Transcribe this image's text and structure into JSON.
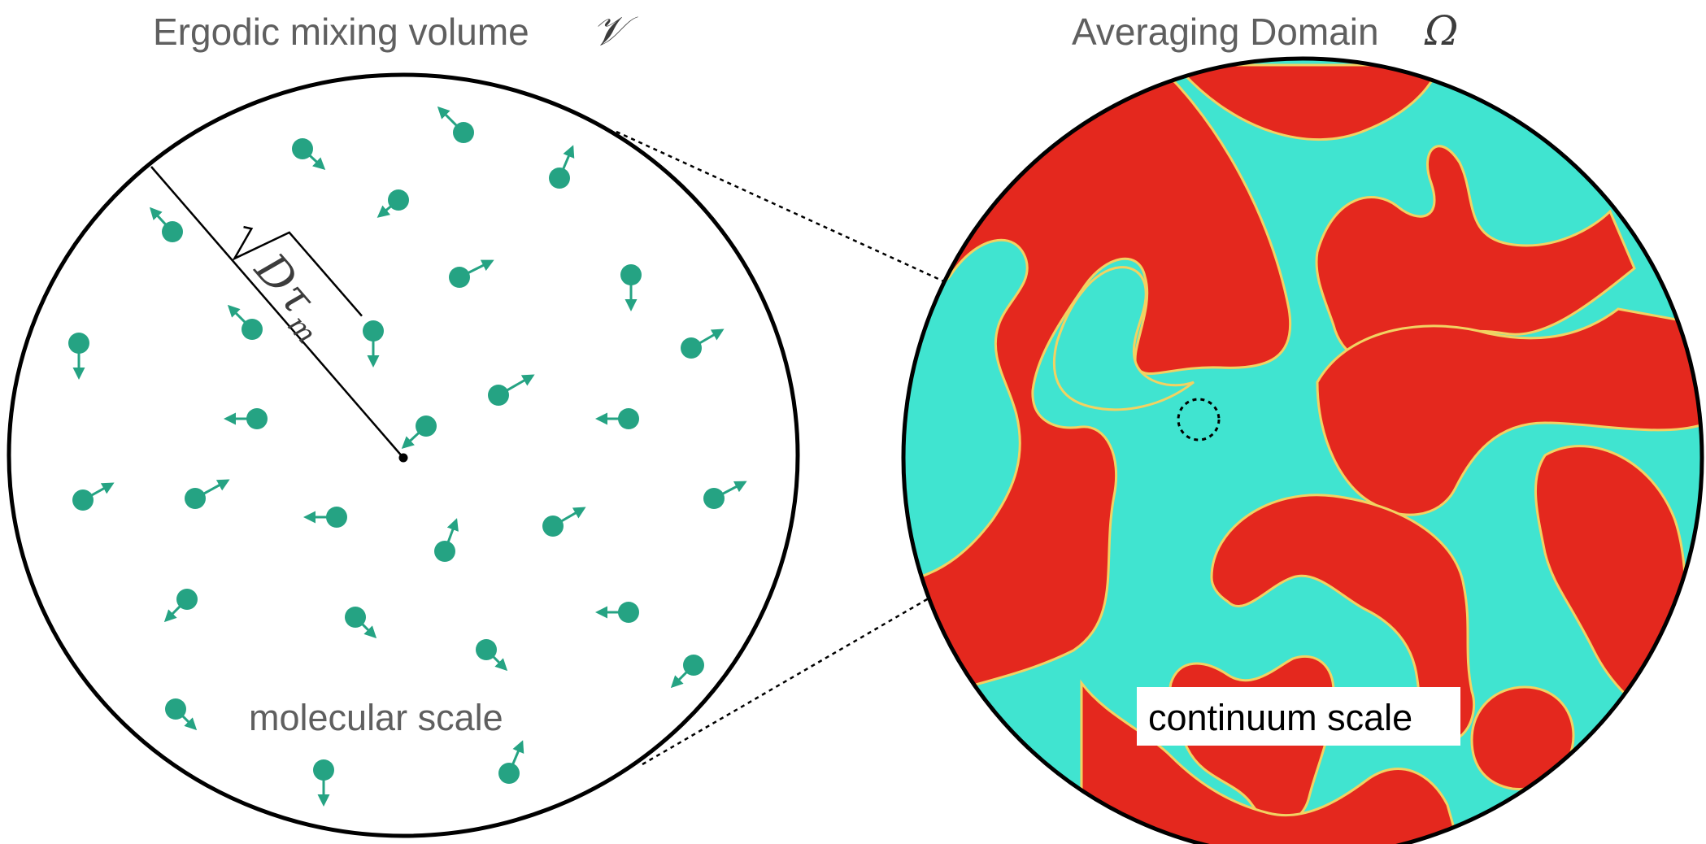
{
  "left_panel": {
    "title": "Ergodic mixing volume",
    "symbol": "𝒱",
    "radius_label": "√(Dτ_m)",
    "scale_label": "molecular scale"
  },
  "right_panel": {
    "title": "Averaging Domain",
    "symbol": "Ω",
    "scale_label": "continuum scale"
  },
  "colors": {
    "molecule": "#25a383",
    "phase_a": "#e4281e",
    "phase_b": "#40e4d0",
    "interface": "#f2d262",
    "outline": "#000000",
    "title_text": "#5f5f5f"
  },
  "icons": {
    "molecule": "circle-with-velocity-arrow",
    "zoom_lines": "dotted-lines"
  }
}
